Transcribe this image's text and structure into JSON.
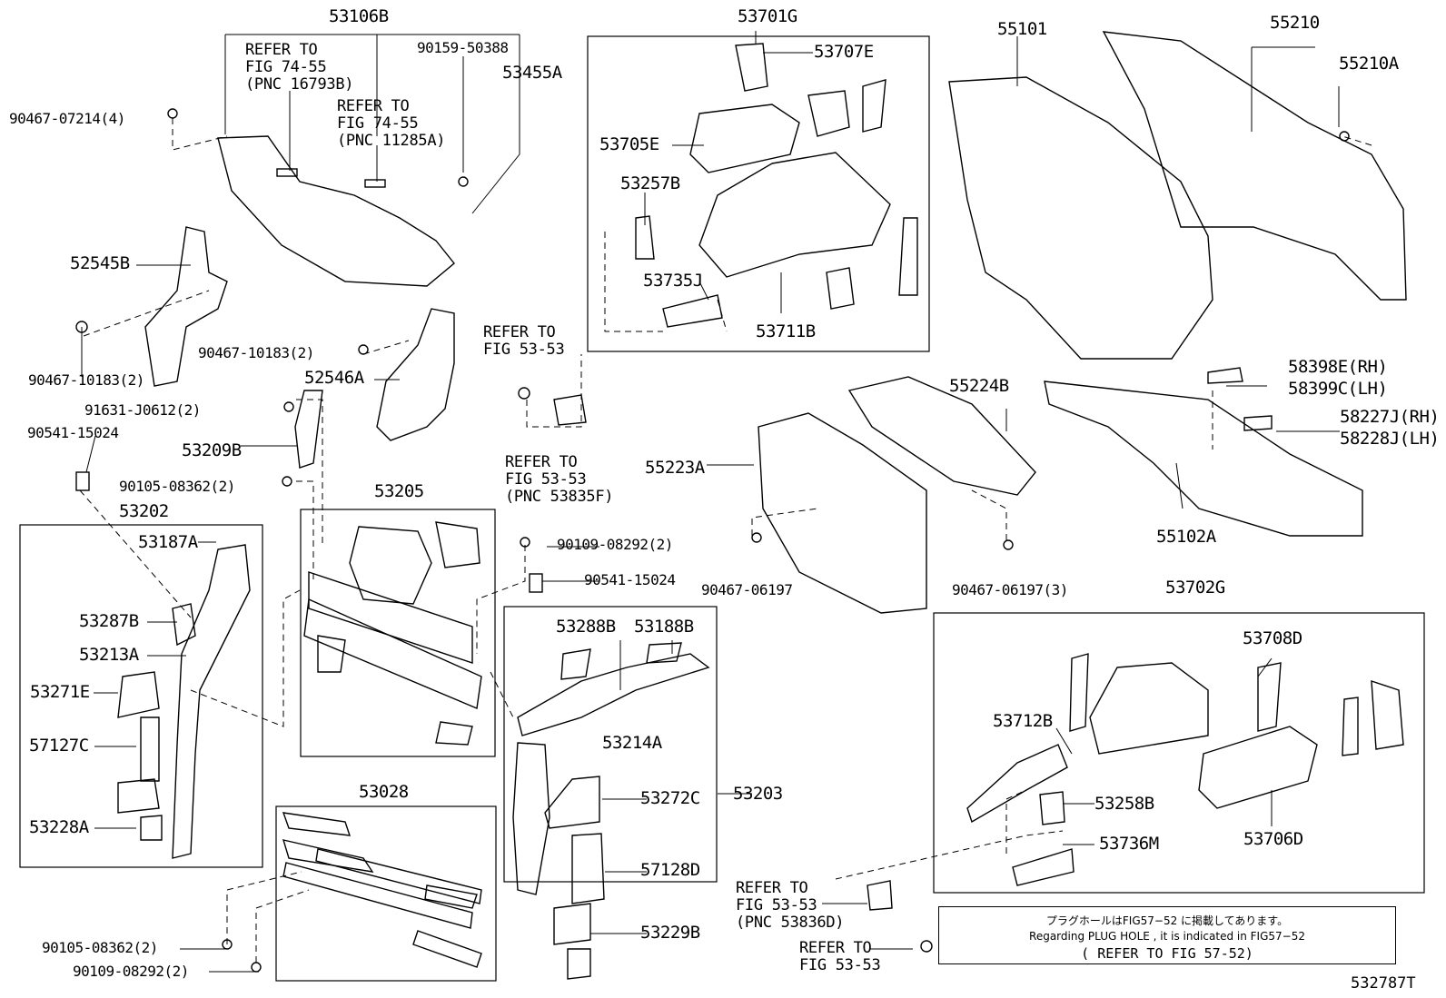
{
  "diagram": {
    "figure_id": "532787T",
    "note": {
      "line_jp": "プラグホールはFIG57−52 に掲載してあります。",
      "line_en": "Regarding  PLUG HOLE , it is indicated in FIG57−52",
      "line_ref": "( REFER TO FIG 57-52)"
    },
    "refs": {
      "ref1": "REFER TO\nFIG 74-55\n(PNC 16793B)",
      "ref2": "REFER TO\nFIG 74-55\n(PNC 11285A)",
      "ref3": "REFER TO\nFIG 53-53",
      "ref4": "REFER TO\nFIG 53-53\n(PNC 53835F)",
      "ref5": "REFER TO\nFIG 53-53\n(PNC 53836D)",
      "ref6": "REFER TO\nFIG 53-53"
    },
    "labels": {
      "p53106B": "53106B",
      "p90159": "90159-50388",
      "p53455A": "53455A",
      "p90467_07214": "90467-07214(4)",
      "p52545B": "52545B",
      "p90467_10183a": "90467-10183(2)",
      "p90467_10183b": "90467-10183(2)",
      "p52546A": "52546A",
      "p91631": "91631-J0612(2)",
      "p90541a": "90541-15024",
      "p53209B": "53209B",
      "p90105a": "90105-08362(2)",
      "p53202": "53202",
      "p53187A": "53187A",
      "p53287B": "53287B",
      "p53213A": "53213A",
      "p53271E": "53271E",
      "p57127C": "57127C",
      "p53228A": "53228A",
      "p53205": "53205",
      "p90109a": "90109-08292(2)",
      "p90541b": "90541-15024",
      "p53288B": "53288B",
      "p53188B": "53188B",
      "p53214A": "53214A",
      "p53203": "53203",
      "p53272C": "53272C",
      "p57128D": "57128D",
      "p53229B": "53229B",
      "p53028": "53028",
      "p90105b": "90105-08362(2)",
      "p90109b": "90109-08292(2)",
      "p53701G": "53701G",
      "p53707E": "53707E",
      "p53705E": "53705E",
      "p53257B": "53257B",
      "p53735J": "53735J",
      "p53711B": "53711B",
      "p55101": "55101",
      "p55210": "55210",
      "p55210A": "55210A",
      "p58398E": "58398E(RH)",
      "p58399C": "58399C(LH)",
      "p58227J": "58227J(RH)",
      "p58228J": "58228J(LH)",
      "p55224B": "55224B",
      "p55223A": "55223A",
      "p55102A": "55102A",
      "p90467_06197a": "90467-06197",
      "p90467_06197b": "90467-06197(3)",
      "p53702G": "53702G",
      "p53708D": "53708D",
      "p53712B": "53712B",
      "p53258B": "53258B",
      "p53736M": "53736M",
      "p53706D": "53706D"
    }
  }
}
